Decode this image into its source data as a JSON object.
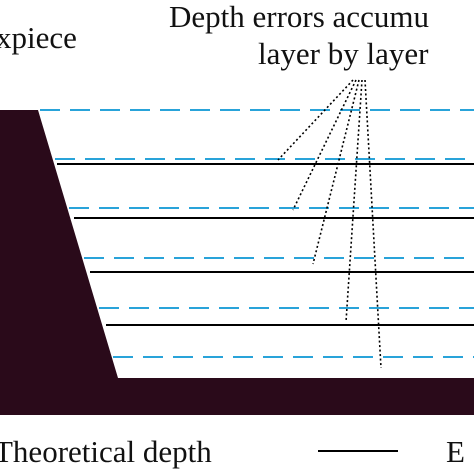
{
  "labels": {
    "workpiece": "xpiece",
    "annotation_line1": "Depth errors accumu",
    "annotation_line2": "layer by layer",
    "legend_theoretical": "Theoretical depth",
    "legend_actual_partial": "E"
  },
  "colors": {
    "workpiece_fill": "#2a0a1a",
    "theoretical_line": "#29a3d9",
    "actual_line": "#000000",
    "leader_line": "#000000",
    "text": "#111111"
  },
  "line_styles": {
    "theoretical": "dashed",
    "actual": "solid",
    "leader": "dotted"
  }
}
